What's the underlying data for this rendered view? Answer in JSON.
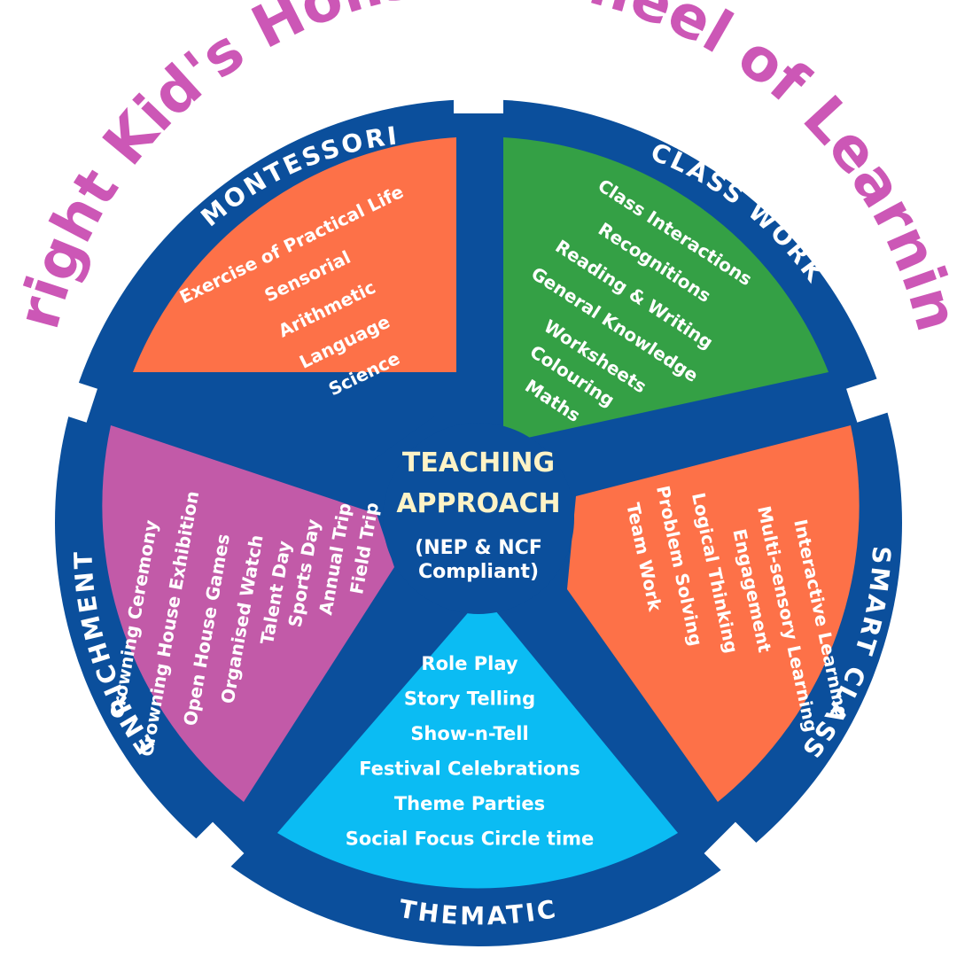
{
  "title": "Bright Kid's Holistic Wheel of Learning",
  "center": {
    "line1": "TEACHING",
    "line2": "APPROACH",
    "sub1": "(NEP & NCF",
    "sub2": "Compliant)"
  },
  "colors": {
    "ring": "#0b4f9c",
    "title": "#cc57b6",
    "montessori": "#fd7148",
    "classwork": "#34a045",
    "smartclass": "#fd7148",
    "thematic": "#0bbcf3",
    "enrichment": "#c25aa8",
    "center_text": "#fdf3c6"
  },
  "segments": {
    "montessori": {
      "label": "MONTESSORI",
      "items": [
        "Exercise of Practical  Life",
        "Sensorial",
        "Arithmetic",
        "Language",
        "Science"
      ]
    },
    "classwork": {
      "label": "CLASS WORK",
      "items": [
        "Class Interactions",
        "Recognitions",
        "Reading & Writing",
        "General Knowledge",
        "Worksheets",
        "Colouring",
        "Maths"
      ]
    },
    "smartclass": {
      "label": "SMART CLASS",
      "items": [
        "Interactive Learning",
        "Multi-sensory Learning",
        "Engagement",
        "Logical Thinking",
        "Problem Solving",
        "Team Work"
      ]
    },
    "thematic": {
      "label": "THEMATIC",
      "items": [
        "Role Play",
        "Story Telling",
        "Show-n-Tell",
        "Festival Celebrations",
        "Theme Parties",
        "Social Focus Circle time"
      ]
    },
    "enrichment": {
      "label": "ENRICHMENT",
      "items": [
        "Crowning Ceremony",
        "Crowning House Exhibition",
        "Open House Games",
        "Organised Watch",
        "Talent Day",
        "Sports Day",
        "Annual Trip",
        "Field Trip"
      ]
    }
  }
}
